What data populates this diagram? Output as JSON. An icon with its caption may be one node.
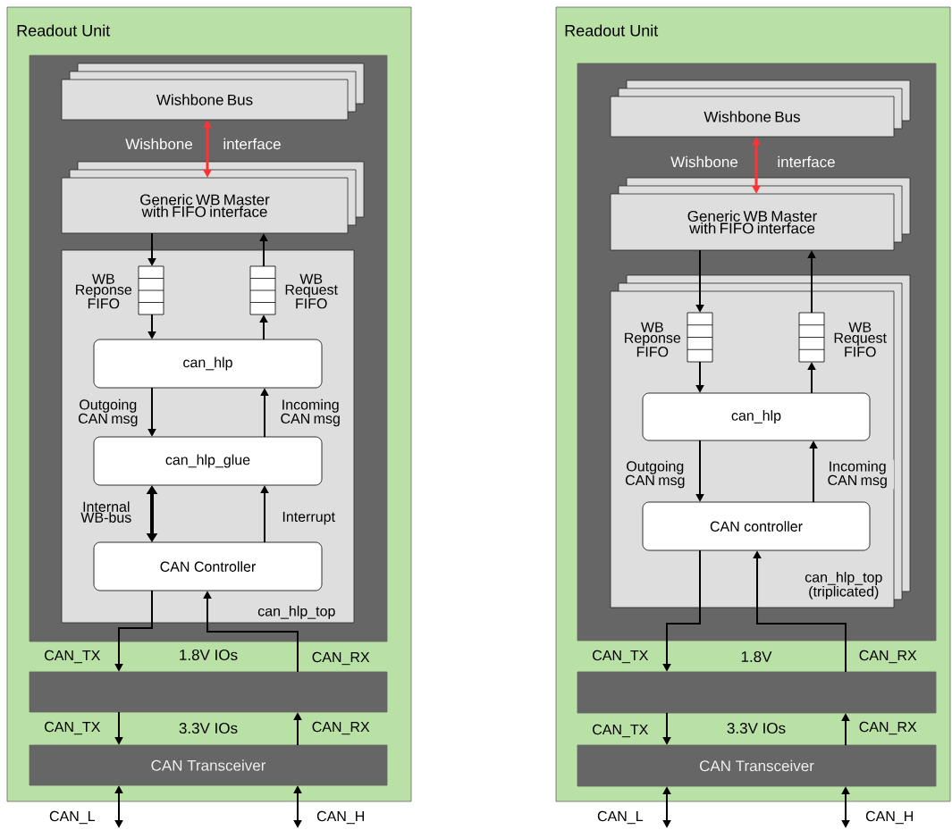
{
  "diagram": {
    "nodes": [
      {
        "text": [
          "Readout Unit"
        ]
      },
      {
        "text": [],
        "shape": "box",
        "in": 0
      },
      {
        "text": [
          "Wishbone Bus"
        ],
        "in": 1
      },
      {
        "text": [
          "Generic WB Master with FIFO interface"
        ],
        "in": 1
      },
      {
        "text": [
          "can_hlp_top"
        ],
        "in": 1
      },
      {
        "text": [],
        "shape": "box",
        "beside": [
          "WB Reponse FIFO"
        ],
        "in": 4
      },
      {
        "text": [],
        "shape": "box",
        "beside": [
          "WB Request FIFO"
        ],
        "in": 4
      },
      {
        "text": [
          "can_hlp"
        ],
        "in": 4
      },
      {
        "text": [
          "can_hlp_glue"
        ],
        "in": 4
      },
      {
        "text": [
          "CAN Controller"
        ],
        "in": 4
      },
      {
        "text": [],
        "shape": "box",
        "in": 0
      },
      {
        "text": [
          "CAN Transceiver"
        ],
        "in": 0
      },
      {
        "text": [
          "Readout Unit"
        ]
      },
      {
        "text": [],
        "shape": "box",
        "in": 12
      },
      {
        "text": [
          "Wishbone Bus"
        ],
        "in": 13
      },
      {
        "text": [
          "Generic WB Master with FIFO interface"
        ],
        "in": 13
      },
      {
        "text": [
          "can_hlp_top (triplicated)"
        ],
        "in": 13
      },
      {
        "text": [],
        "shape": "box",
        "beside": [
          "WB Reponse FIFO"
        ],
        "in": 16
      },
      {
        "text": [],
        "shape": "box",
        "beside": [
          "WB Request FIFO"
        ],
        "in": 16
      },
      {
        "text": [
          "can_hlp"
        ],
        "in": 16
      },
      {
        "text": [
          "CAN controller"
        ],
        "in": 16
      },
      {
        "text": [],
        "shape": "box",
        "in": 12
      },
      {
        "text": [
          "CAN Transceiver"
        ],
        "in": 12
      }
    ],
    "edges": [
      {
        "from": 2,
        "to": 3,
        "arrow": "both",
        "color": "#ff3333"
      },
      {
        "from": 3,
        "to": 5,
        "arrow": "to"
      },
      {
        "from": 5,
        "to": 7,
        "arrow": "to"
      },
      {
        "from": 7,
        "to": 6,
        "arrow": "to"
      },
      {
        "from": 6,
        "to": 3,
        "arrow": "to"
      },
      {
        "from": 7,
        "to": 8,
        "arrow": "to",
        "label": "Outgoing CAN msg"
      },
      {
        "from": 8,
        "to": 7,
        "arrow": "to",
        "label": "Incoming CAN msg"
      },
      {
        "from": 8,
        "to": 9,
        "arrow": "both",
        "style": "thick",
        "label": "Internal WB-bus"
      },
      {
        "from": 9,
        "to": 8,
        "arrow": "to",
        "label": "Interrupt"
      },
      {
        "from": 9,
        "to": 10,
        "arrow": "to",
        "label": "CAN_TX"
      },
      {
        "from": 10,
        "to": 9,
        "arrow": "to",
        "label": "CAN_RX"
      },
      {
        "from": 10,
        "to": 11,
        "arrow": "to",
        "label": "CAN_TX"
      },
      {
        "from": 11,
        "to": 10,
        "arrow": "to",
        "label": "CAN_RX"
      },
      {
        "from": 11,
        "to": null,
        "arrow": "both",
        "label": "CAN_L"
      },
      {
        "from": 11,
        "to": null,
        "arrow": "both",
        "label": "CAN_H"
      },
      {
        "from": 14,
        "to": 15,
        "arrow": "both",
        "color": "#ff3333"
      },
      {
        "from": 15,
        "to": 17,
        "arrow": "to"
      },
      {
        "from": 17,
        "to": 19,
        "arrow": "to"
      },
      {
        "from": 19,
        "to": 18,
        "arrow": "to"
      },
      {
        "from": 18,
        "to": 15,
        "arrow": "to"
      },
      {
        "from": 19,
        "to": 20,
        "arrow": "to",
        "label": "Outgoing CAN msg"
      },
      {
        "from": 20,
        "to": 19,
        "arrow": "to",
        "label": "Incoming CAN msg"
      },
      {
        "from": 20,
        "to": 21,
        "arrow": "to",
        "label": "CAN_TX"
      },
      {
        "from": 21,
        "to": 20,
        "arrow": "to",
        "label": "CAN_RX"
      },
      {
        "from": 21,
        "to": 22,
        "arrow": "to",
        "label": "CAN_TX"
      },
      {
        "from": 22,
        "to": 21,
        "arrow": "to",
        "label": "CAN_RX"
      },
      {
        "from": 22,
        "to": null,
        "arrow": "both",
        "label": "CAN_L"
      },
      {
        "from": 22,
        "to": null,
        "arrow": "both",
        "label": "CAN_H"
      }
    ],
    "labels": [
      "Wishbone",
      "interface",
      "1.8V IOs",
      "3.3V IOs",
      "Wishbone",
      "interface",
      "1.8V",
      "3.3V IOs"
    ]
  }
}
